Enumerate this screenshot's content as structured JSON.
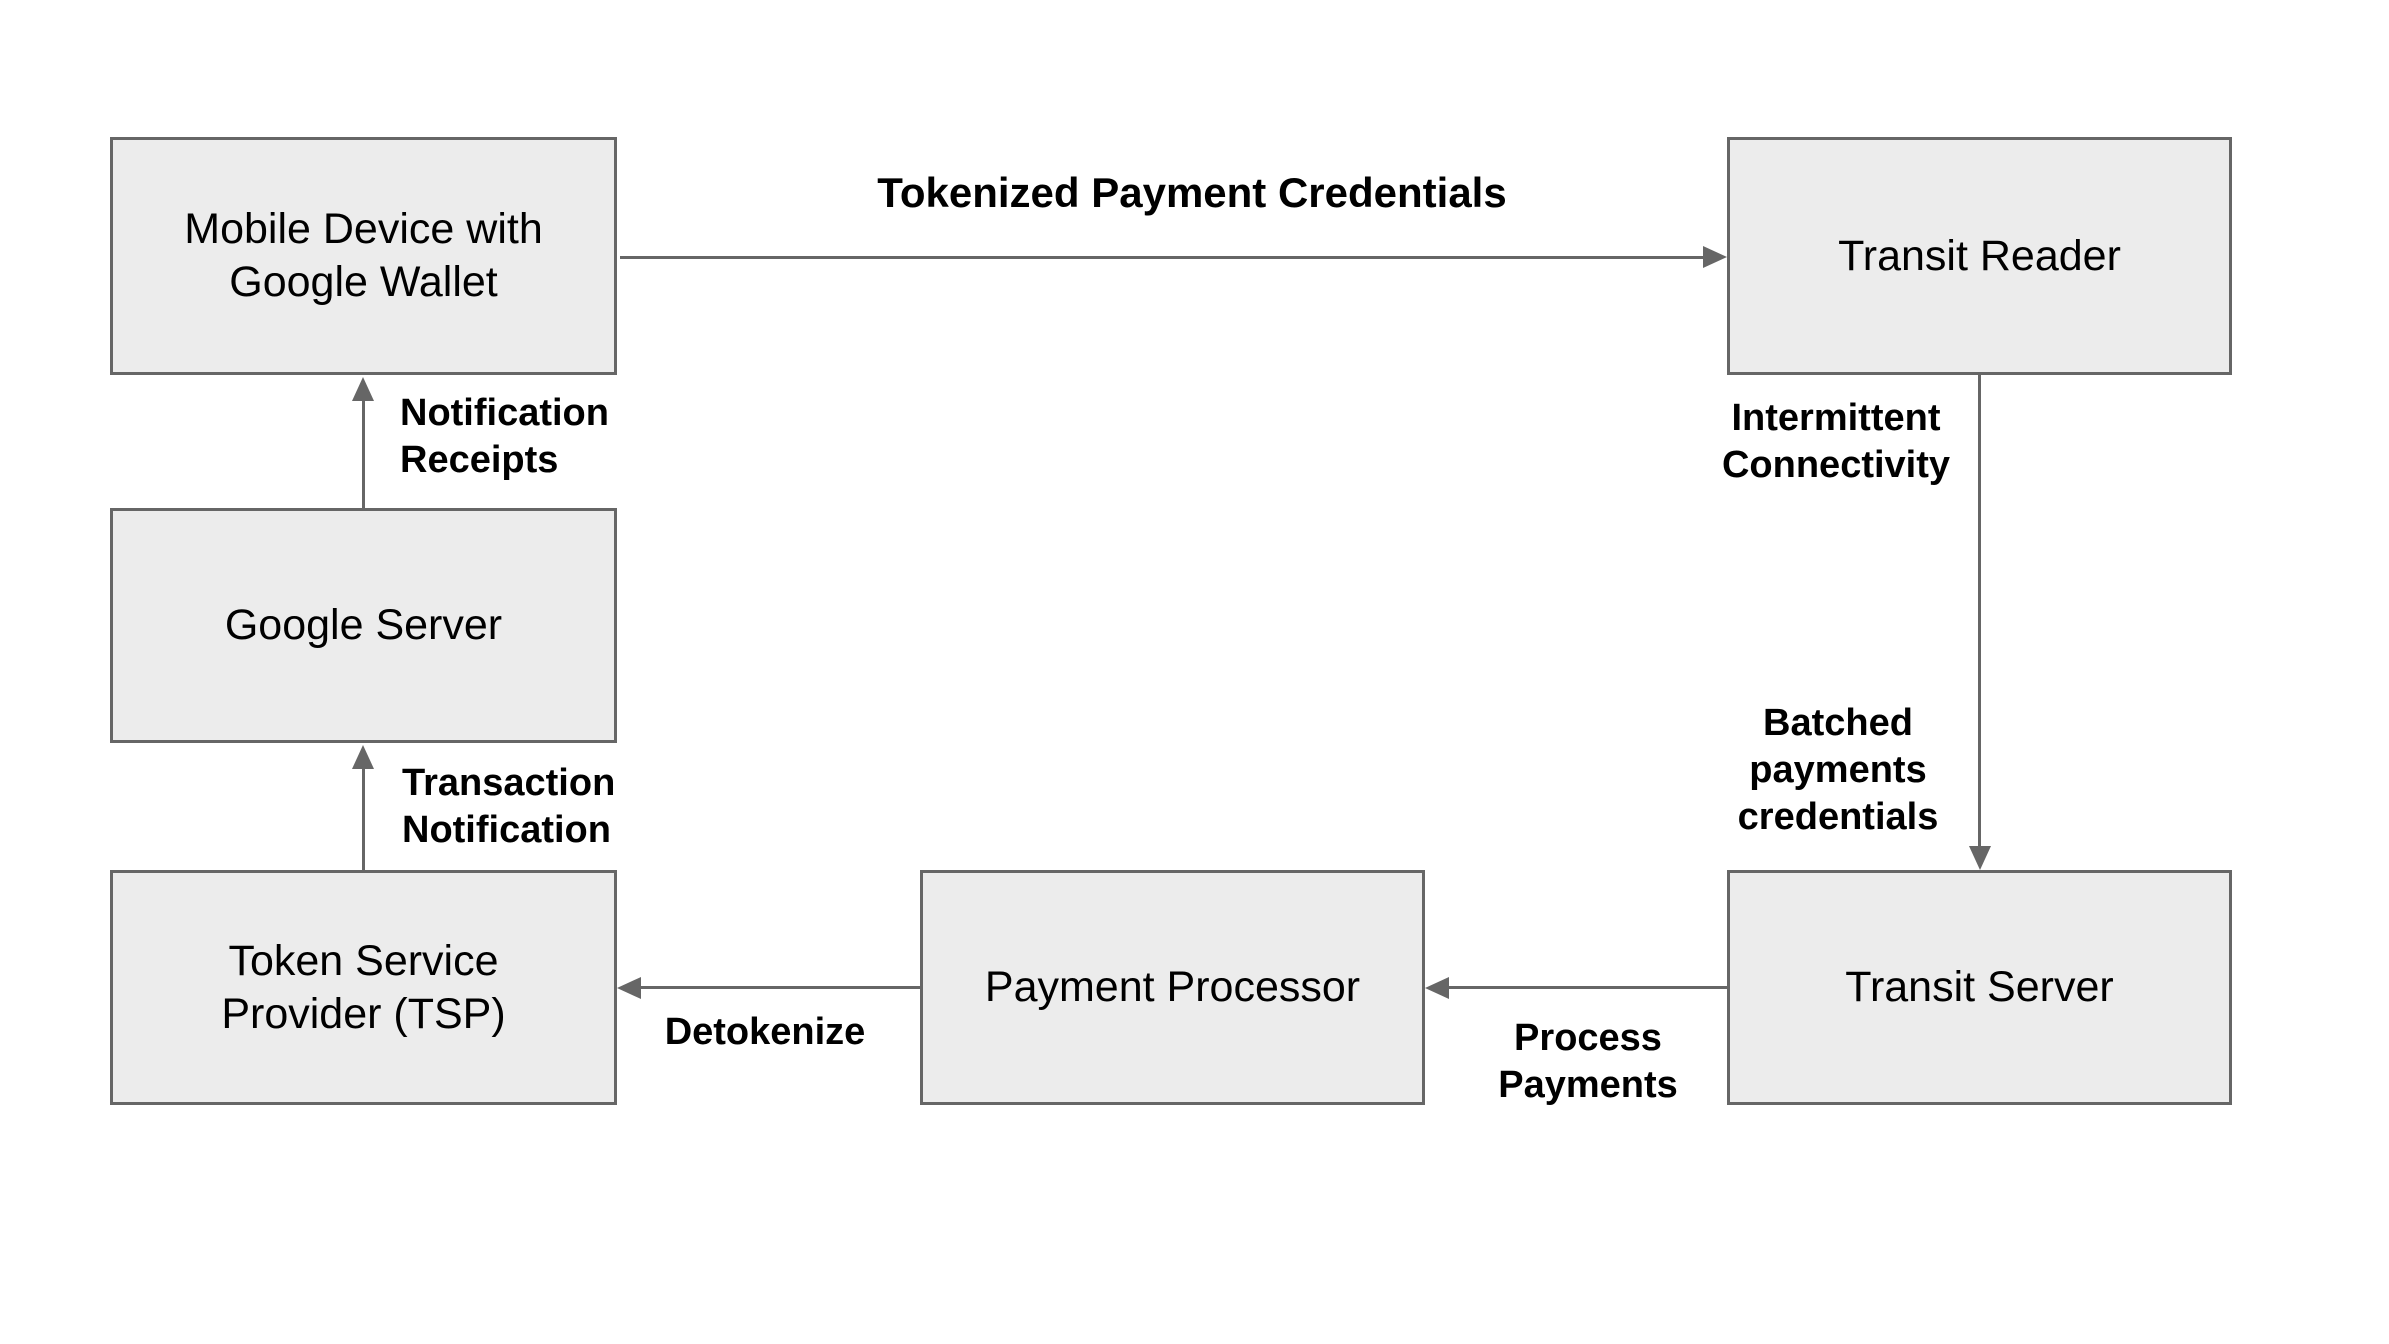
{
  "diagram": {
    "nodes": {
      "mobile_device": {
        "lines": [
          "Mobile Device with",
          "Google Wallet"
        ]
      },
      "transit_reader": {
        "lines": [
          "Transit Reader"
        ]
      },
      "google_server": {
        "lines": [
          "Google Server"
        ]
      },
      "tsp": {
        "lines": [
          "Token Service",
          "Provider (TSP)"
        ]
      },
      "payment_processor": {
        "lines": [
          "Payment Processor"
        ]
      },
      "transit_server": {
        "lines": [
          "Transit Server"
        ]
      }
    },
    "edges": {
      "tokenized_payment_credentials": {
        "lines": [
          "Tokenized Payment Credentials"
        ],
        "from": "mobile_device",
        "to": "transit_reader"
      },
      "intermittent_connectivity_batched": {
        "lines": [
          "Intermittent",
          "Connectivity"
        ],
        "lines2": [
          "Batched",
          "payments",
          "credentials"
        ],
        "from": "transit_reader",
        "to": "transit_server"
      },
      "process_payments": {
        "lines": [
          "Process",
          "Payments"
        ],
        "from": "transit_server",
        "to": "payment_processor"
      },
      "detokenize": {
        "lines": [
          "Detokenize"
        ],
        "from": "payment_processor",
        "to": "tsp"
      },
      "transaction_notification": {
        "lines": [
          "Transaction",
          "Notification"
        ],
        "from": "tsp",
        "to": "google_server"
      },
      "notification_receipts": {
        "lines": [
          "Notification",
          "Receipts"
        ],
        "from": "google_server",
        "to": "mobile_device"
      }
    },
    "colors": {
      "node_fill": "#ececec",
      "node_border": "#666666",
      "arrow": "#666666",
      "text": "#000000",
      "background": "#ffffff"
    }
  }
}
